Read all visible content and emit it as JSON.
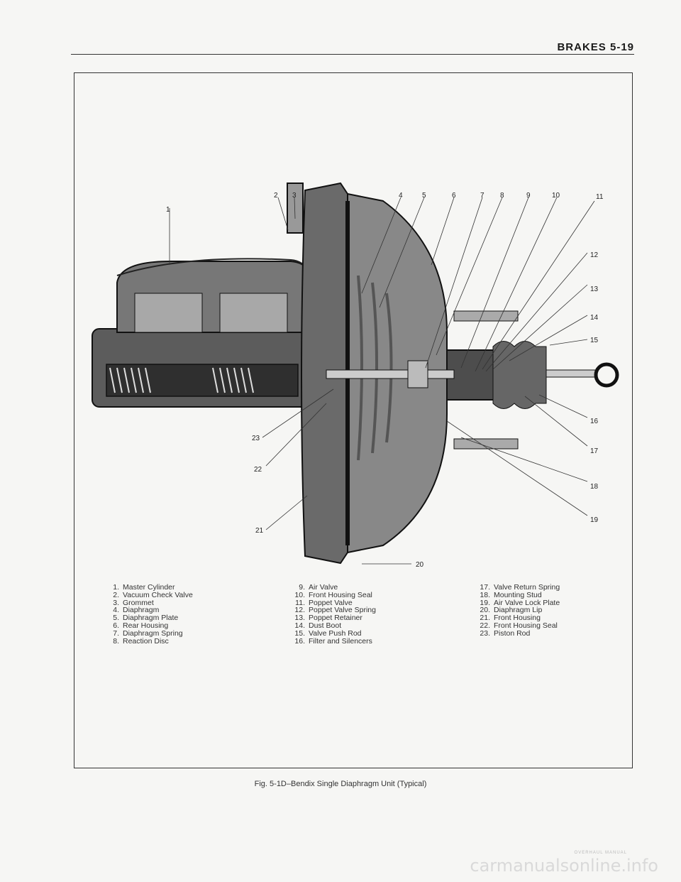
{
  "header": {
    "title": "BRAKES   5-19"
  },
  "diagram": {
    "callouts": [
      "1",
      "2",
      "3",
      "4",
      "5",
      "6",
      "7",
      "8",
      "9",
      "10",
      "11",
      "12",
      "13",
      "14",
      "15",
      "16",
      "17",
      "18",
      "19",
      "20",
      "21",
      "22",
      "23"
    ]
  },
  "legend": {
    "col1": [
      {
        "num": "1.",
        "text": "Master Cylinder"
      },
      {
        "num": "2.",
        "text": "Vacuum Check Valve"
      },
      {
        "num": "3.",
        "text": "Grommet"
      },
      {
        "num": "4.",
        "text": "Diaphragm"
      },
      {
        "num": "5.",
        "text": "Diaphragm Plate"
      },
      {
        "num": "6.",
        "text": "Rear Housing"
      },
      {
        "num": "7.",
        "text": "Diaphragm Spring"
      },
      {
        "num": "8.",
        "text": "Reaction Disc"
      }
    ],
    "col2": [
      {
        "num": "9.",
        "text": "Air Valve"
      },
      {
        "num": "10.",
        "text": "Front Housing Seal"
      },
      {
        "num": "11.",
        "text": "Poppet Valve"
      },
      {
        "num": "12.",
        "text": "Poppet Valve Spring"
      },
      {
        "num": "13.",
        "text": "Poppet Retainer"
      },
      {
        "num": "14.",
        "text": "Dust Boot"
      },
      {
        "num": "15.",
        "text": "Valve Push Rod"
      },
      {
        "num": "16.",
        "text": "Filter and Silencers"
      }
    ],
    "col3": [
      {
        "num": "17.",
        "text": "Valve Return Spring"
      },
      {
        "num": "18.",
        "text": "Mounting Stud"
      },
      {
        "num": "19.",
        "text": "Air Valve Lock Plate"
      },
      {
        "num": "20.",
        "text": "Diaphragm Lip"
      },
      {
        "num": "21.",
        "text": "Front Housing"
      },
      {
        "num": "22.",
        "text": "Front Housing Seal"
      },
      {
        "num": "23.",
        "text": "Piston Rod"
      }
    ]
  },
  "caption": "Fig. 5-1D–Bendix Single Diaphragm Unit (Typical)",
  "watermark": "carmanualsonline.info",
  "watermark_small": "OVERHAUL MANUAL"
}
